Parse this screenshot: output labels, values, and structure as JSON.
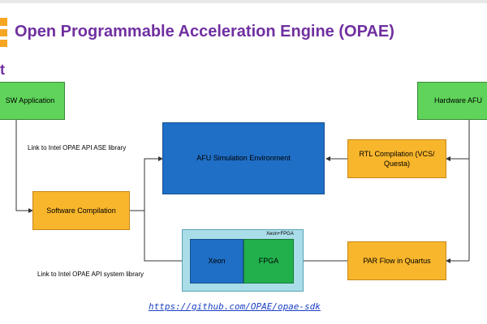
{
  "header": {
    "title": "Open Programmable Acceleration Engine (OPAE)",
    "sub_fragment": "t"
  },
  "diagram": {
    "sw_application": "SW Application",
    "hardware_afu": "Hardware AFU",
    "afu_sim_env": "AFU Simulation Environment",
    "rtl_compilation": "RTL Compilation (VCS/ Questa)",
    "software_compilation": "Software Compilation",
    "xeon_fpga_label": "Xeon+FPGA",
    "xeon": "Xeon",
    "fpga": "FPGA",
    "par_flow": "PAR Flow in Quartus",
    "link_ase": "Link to Intel OPAE API ASE library",
    "link_system": "Link to Intel OPAE API system library"
  },
  "footer": {
    "url": "https://github.com/OPAE/opae-sdk"
  },
  "colors": {
    "title": "#7030a0",
    "green": "#5fd35a",
    "orange": "#f8b62c",
    "blue": "#1f6fc7",
    "fpga_green": "#21b04c",
    "cyan": "#a9dde8",
    "link": "#1a3fc4"
  }
}
